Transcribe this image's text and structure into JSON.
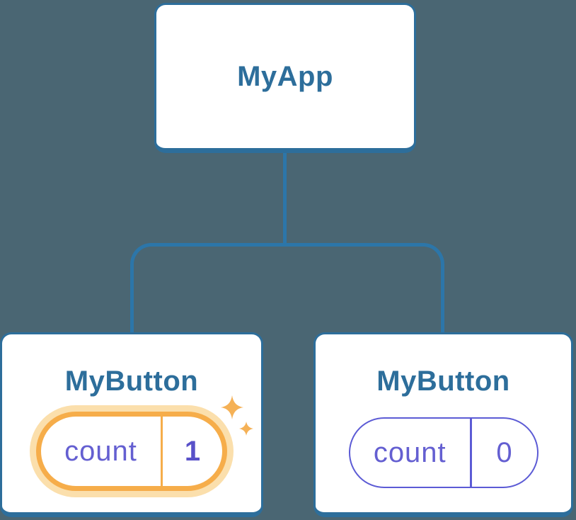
{
  "diagram": {
    "description": "component-tree",
    "root": {
      "label": "MyApp"
    },
    "children": [
      {
        "label": "MyButton",
        "state_key": "count",
        "state_value": "1",
        "highlighted": true
      },
      {
        "label": "MyButton",
        "state_key": "count",
        "state_value": "0",
        "highlighted": false
      }
    ]
  },
  "icons": {
    "sparkle": "sparkle-icon"
  },
  "colors": {
    "background": "#4A6673",
    "connector": "#2C76A9",
    "node_border": "#2D6E9B",
    "node_title": "#2D6E9B",
    "state_purple": "#645FD1",
    "state_value": "#5951C9",
    "pill_purple_border": "#5C5BD5",
    "orange": "#F6AD4A",
    "orange_glow": "#FBDFAC",
    "sparkle": "#F5B156"
  }
}
